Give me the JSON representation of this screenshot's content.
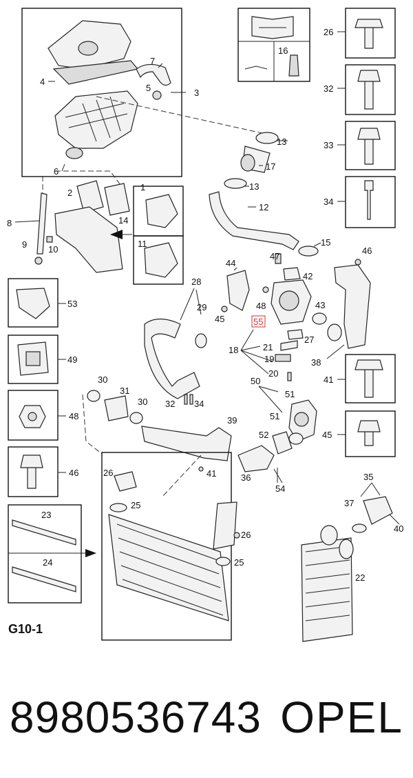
{
  "diagram": {
    "page_code": "G10-1",
    "callouts": [
      "1",
      "2",
      "3",
      "4",
      "5",
      "6",
      "7",
      "8",
      "9",
      "10",
      "11",
      "12",
      "13",
      "13b",
      "14",
      "15",
      "16",
      "17",
      "18",
      "19",
      "20",
      "21",
      "22",
      "23",
      "24",
      "25",
      "25b",
      "26",
      "26b",
      "26c",
      "27",
      "28",
      "29",
      "30",
      "30b",
      "31",
      "32",
      "33",
      "34",
      "35",
      "36",
      "37",
      "38",
      "39",
      "40",
      "41",
      "41b",
      "42",
      "43",
      "44",
      "45",
      "45b",
      "46",
      "46b",
      "47",
      "48",
      "48b",
      "49",
      "50",
      "51",
      "51b",
      "52",
      "53",
      "54",
      "55"
    ],
    "labels": {
      "1": "1",
      "2": "2",
      "3": "3",
      "4": "4",
      "5": "5",
      "6": "6",
      "7": "7",
      "8": "8",
      "9": "9",
      "10": "10",
      "11": "11",
      "12": "12",
      "13": "13",
      "13b": "13",
      "14": "14",
      "15": "15",
      "16": "16",
      "17": "17",
      "18": "18",
      "19": "19",
      "20": "20",
      "21": "21",
      "22": "22",
      "23": "23",
      "24": "24",
      "25": "25",
      "25b": "25",
      "26": "26",
      "26b": "26",
      "26c": "26",
      "27": "27",
      "28": "28",
      "29": "29",
      "30": "30",
      "30b": "30",
      "31": "31",
      "32": "32",
      "33": "33",
      "34": "34",
      "35": "35",
      "36": "36",
      "37": "37",
      "38": "38",
      "39": "39",
      "40": "40",
      "41": "41",
      "41b": "41",
      "42": "42",
      "43": "43",
      "44": "44",
      "45": "45",
      "45b": "45",
      "46": "46",
      "46b": "46",
      "47": "47",
      "48": "48",
      "48b": "48",
      "49": "49",
      "50": "50",
      "51": "51",
      "51b": "51",
      "52": "52",
      "53": "53",
      "54": "54",
      "55": "55"
    },
    "highlighted": "55"
  },
  "footer": {
    "part_number": "8980536743",
    "brand": "OPEL"
  },
  "colors": {
    "highlight": "#d23232",
    "line": "#222222",
    "part_fill": "#f2f2f2"
  }
}
